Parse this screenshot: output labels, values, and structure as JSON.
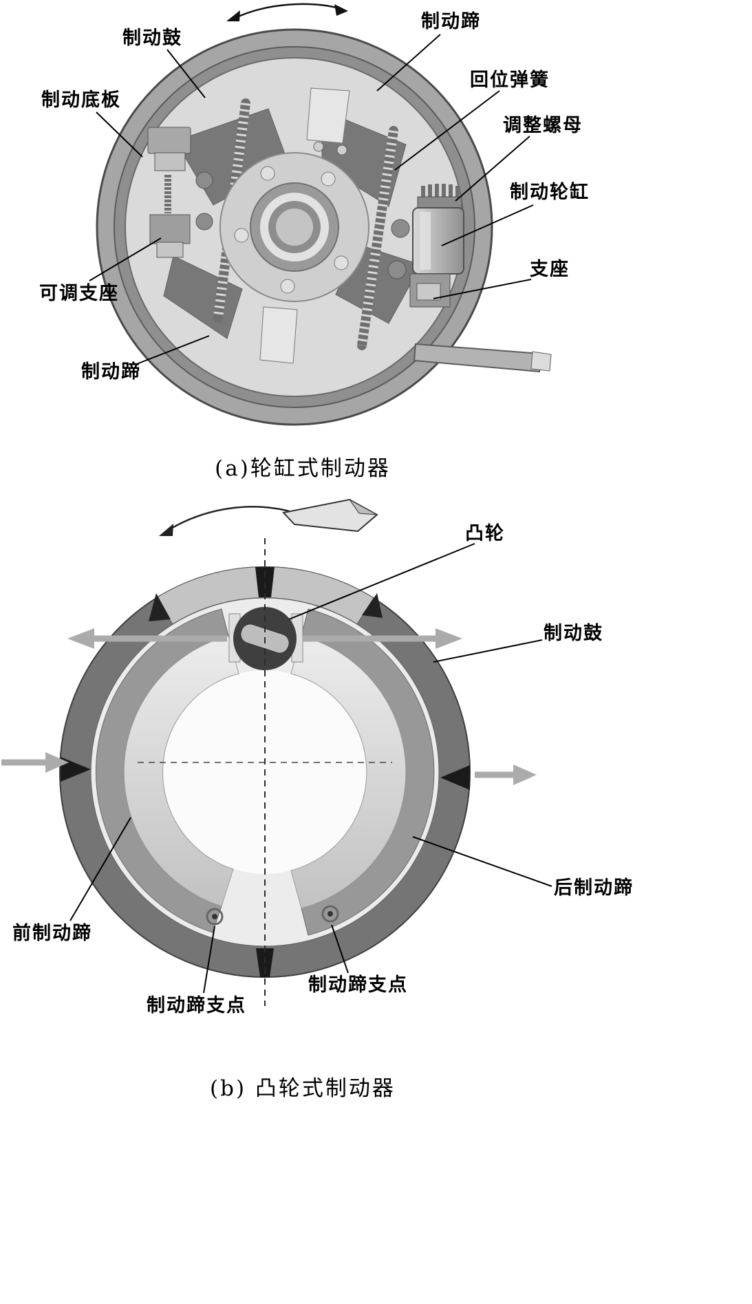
{
  "figure_a": {
    "caption": "(a)轮缸式制动器",
    "labels": {
      "brake_drum": "制动鼓",
      "brake_shoe_top": "制动蹄",
      "backing_plate": "制动底板",
      "return_spring": "回位弹簧",
      "adjusting_nut": "调整螺母",
      "wheel_cylinder": "制动轮缸",
      "support": "支座",
      "adjustable_support": "可调支座",
      "brake_shoe_bottom": "制动蹄"
    }
  },
  "figure_b": {
    "caption": "(b) 凸轮式制动器",
    "labels": {
      "cam": "凸轮",
      "brake_drum": "制动鼓",
      "rear_brake_shoe": "后制动蹄",
      "front_brake_shoe": "前制动蹄",
      "shoe_pivot_left": "制动蹄支点",
      "shoe_pivot_right": "制动蹄支点"
    }
  }
}
